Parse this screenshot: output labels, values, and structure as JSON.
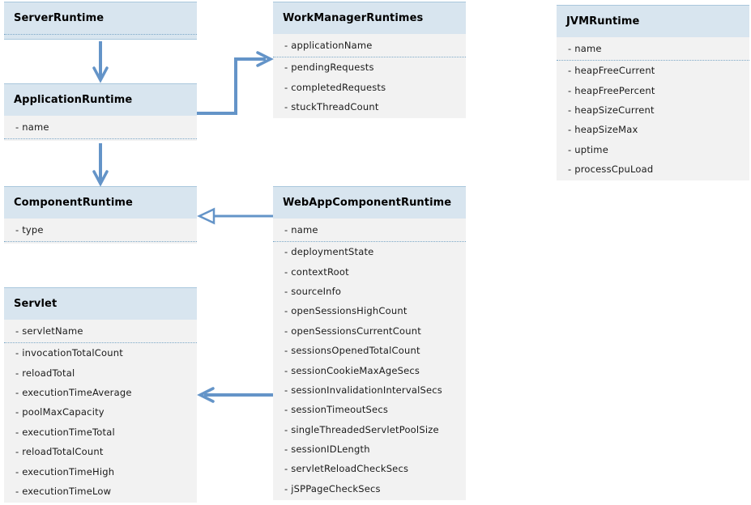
{
  "boxes": [
    {
      "key": "server-runtime",
      "title": "ServerRuntime",
      "attributes": [],
      "collapsed": true
    },
    {
      "key": "application-runtime",
      "title": "ApplicationRuntime",
      "attributes": [
        "- name"
      ]
    },
    {
      "key": "work-manager-runtimes",
      "title": "WorkManagerRuntimes",
      "attributes": [
        "- applicationName",
        "- pendingRequests",
        "- completedRequests",
        "- stuckThreadCount"
      ]
    },
    {
      "key": "jvm-runtime",
      "title": "JVMRuntime",
      "attributes": [
        "- name",
        "- heapFreeCurrent",
        "- heapFreePercent",
        "- heapSizeCurrent",
        "- heapSizeMax",
        "- uptime",
        "- processCpuLoad"
      ]
    },
    {
      "key": "component-runtime",
      "title": "ComponentRuntime",
      "attributes": [
        "- type"
      ]
    },
    {
      "key": "web-app-component-runtime",
      "title": "WebAppComponentRuntime",
      "attributes": [
        "- name",
        "- deploymentState",
        "- contextRoot",
        "- sourceInfo",
        "- openSessionsHighCount",
        "- openSessionsCurrentCount",
        "- sessionsOpenedTotalCount",
        "- sessionCookieMaxAgeSecs",
        "- sessionInvalidationIntervalSecs",
        "- sessionTimeoutSecs",
        "- singleThreadedServletPoolSize",
        "- sessionIDLength",
        "- servletReloadCheckSecs",
        "- jSPPageCheckSecs"
      ]
    },
    {
      "key": "servlet",
      "title": "Servlet",
      "attributes": [
        "- servletName",
        "- invocationTotalCount",
        "- reloadTotal",
        "- executionTimeAverage",
        "- poolMaxCapacity",
        "- executionTimeTotal",
        "- reloadTotalCount",
        "- executionTimeHigh",
        "- executionTimeLow"
      ]
    }
  ],
  "connections": [
    {
      "from": "ServerRuntime",
      "to": "ApplicationRuntime",
      "arrow": "open-chevron",
      "direction": "down"
    },
    {
      "from": "ApplicationRuntime",
      "to": "WorkManagerRuntimes",
      "arrow": "open-chevron",
      "direction": "right-elbow"
    },
    {
      "from": "ApplicationRuntime",
      "to": "ComponentRuntime",
      "arrow": "open-chevron",
      "direction": "down"
    },
    {
      "from": "WebAppComponentRuntime",
      "to": "ComponentRuntime",
      "arrow": "hollow-triangle",
      "direction": "left"
    },
    {
      "from": "WebAppComponentRuntime",
      "to": "Servlet",
      "arrow": "open-chevron",
      "direction": "left"
    }
  ],
  "colors": {
    "header_bg": "#d8e5ef",
    "header_border": "#a9c7dc",
    "body_bg": "#f2f2f2",
    "separator": "#7ba7c7",
    "arrow": "#6494c8",
    "title_text": "#000000",
    "attr_text": "#1a1a1a"
  }
}
